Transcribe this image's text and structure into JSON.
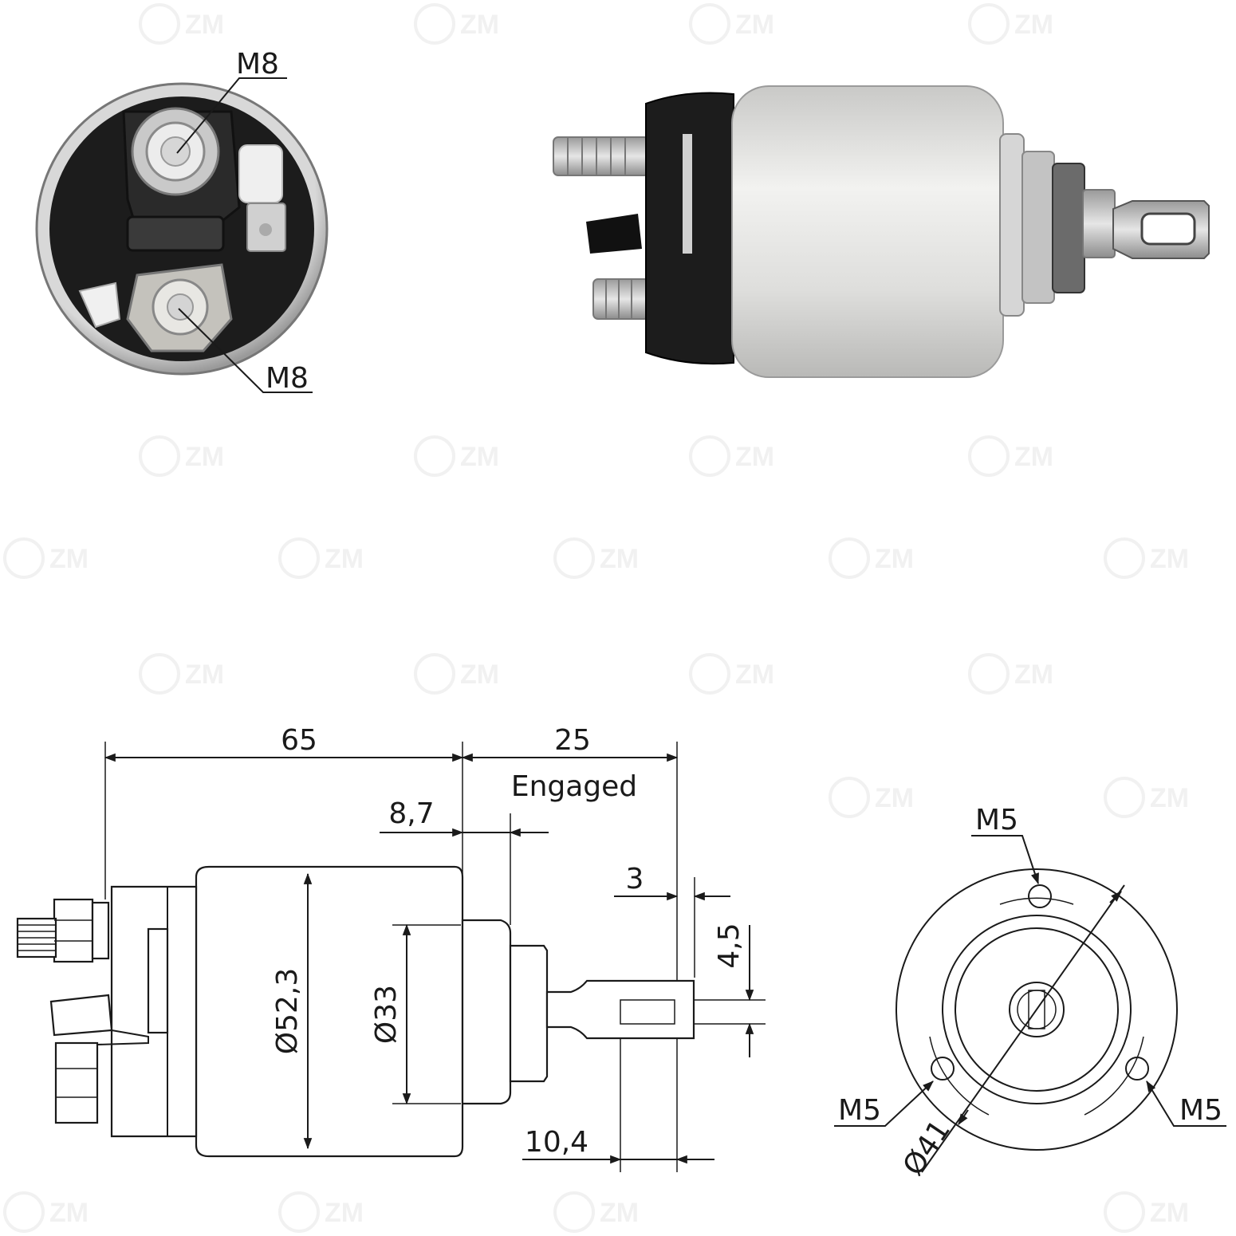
{
  "watermark": {
    "text": "ZM"
  },
  "photo_labels": {
    "terminal_top": "M8",
    "terminal_bottom": "M8"
  },
  "drawing": {
    "dim_total_length": "65",
    "dim_stroke": "25",
    "stroke_note": "Engaged",
    "dim_flange_offset": "8,7",
    "dim_body_diameter": "Ø52,3",
    "dim_nose_diameter": "Ø33",
    "dim_eye_thickness": "3",
    "dim_eye_slot": "4,5",
    "dim_eye_length": "10,4"
  },
  "end_view": {
    "hole_top": "M5",
    "hole_left": "M5",
    "hole_right": "M5",
    "bolt_circle": "Ø41"
  },
  "colors": {
    "line": "#1a1a1a",
    "housing": "#e2e2e0",
    "cap": "#1c1c1c"
  }
}
